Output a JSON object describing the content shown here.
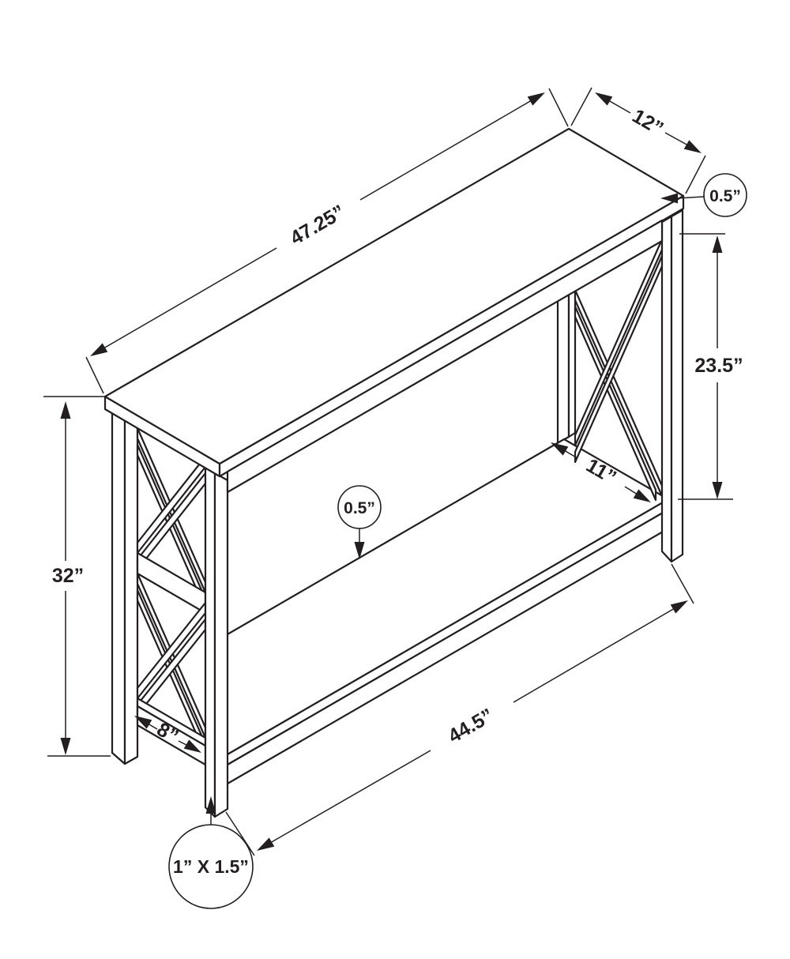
{
  "page": {
    "title": "Console table dimension line drawing",
    "background": "#ffffff",
    "line_color": "#231f20"
  },
  "annotations": {
    "top_length": "47.25”",
    "top_depth": "12”",
    "top_thickness": "0.5”",
    "open_height": "23.5”",
    "overall_height": "32”",
    "shelf_depth": "11”",
    "shelf_thickness": "0.5”",
    "stretcher_length": "8”",
    "shelf_length": "44.5”",
    "leg_cross_section": "1” X 1.5”"
  }
}
